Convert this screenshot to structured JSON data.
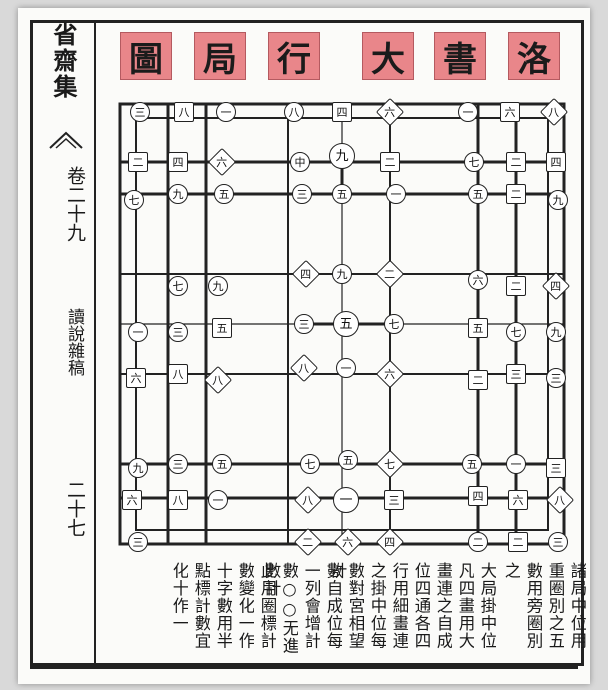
{
  "title_chars": [
    "圖",
    "局",
    "行",
    "大",
    "書",
    "洛"
  ],
  "margin": {
    "book_title": "省齋集",
    "volume": "卷二十九",
    "section": "讀說雜稿",
    "page_number": "二十七"
  },
  "board": {
    "center_label": "五",
    "top_label": "九",
    "bottom_label": "一"
  },
  "commentary": [
    "諸局中位用",
    "重圈別之五",
    "數用旁圈別",
    "之",
    "大局掛中位",
    "凡四畫用大",
    "畫連之自成",
    "位四通各四",
    "行用細畫連",
    "之掛中位每",
    "數對宮相望計",
    "數自成位每",
    "一列會增計",
    "數○○无進數計",
    "此用圈標計",
    "數變化一作",
    "十字數用半",
    "點標計數宜",
    "化十作一"
  ]
}
